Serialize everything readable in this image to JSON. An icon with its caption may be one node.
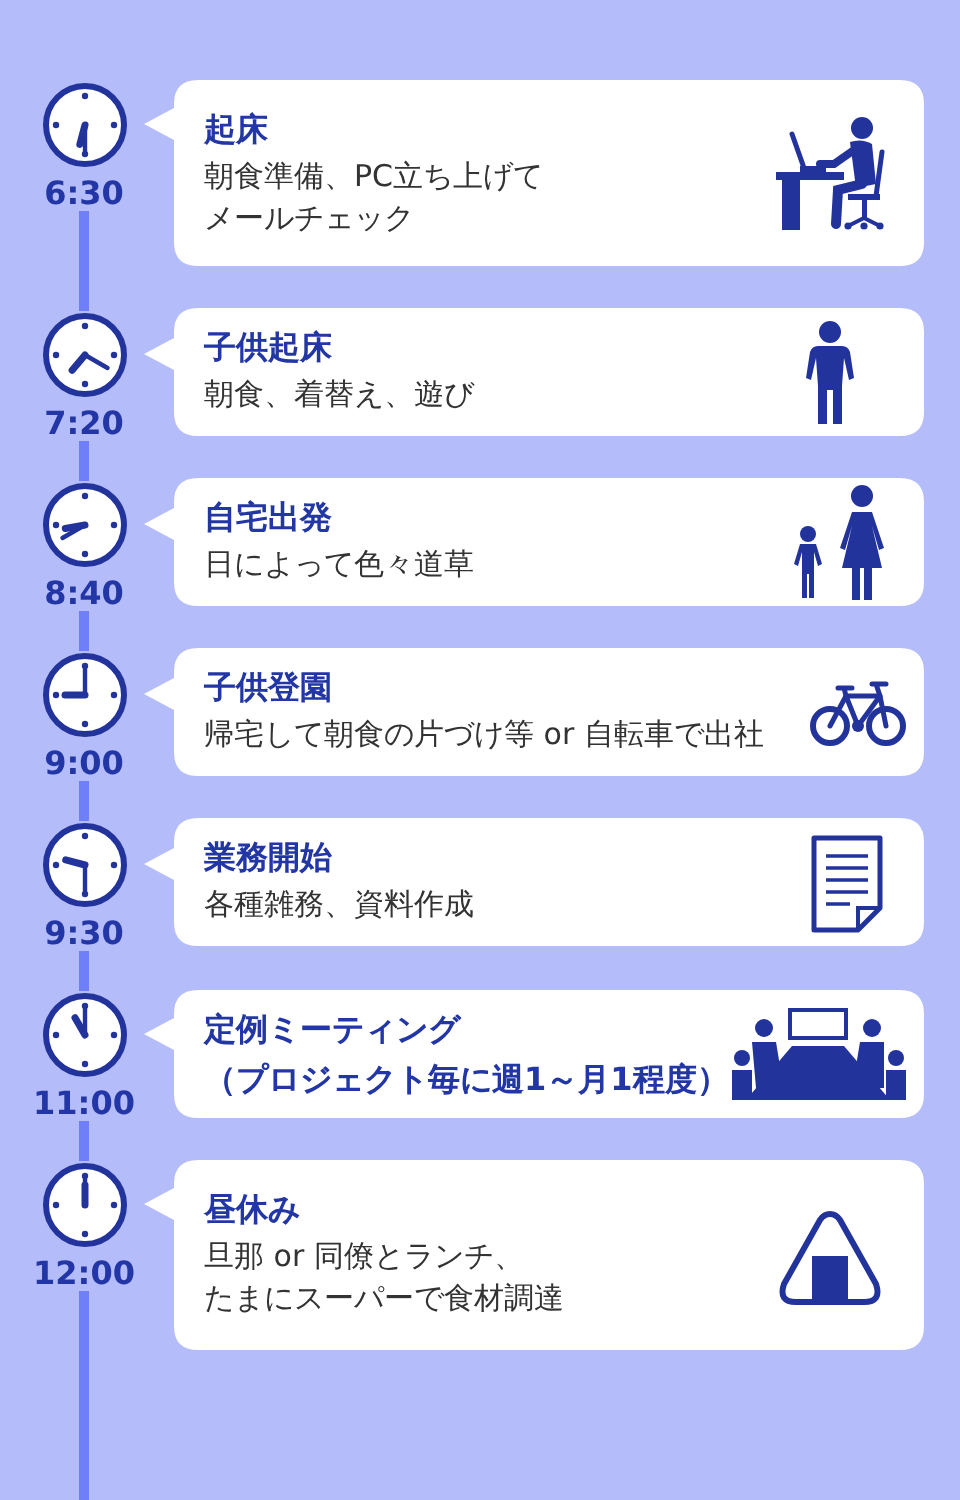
{
  "diagram": {
    "nodes": [
      {
        "text": [
          "6:30"
        ]
      },
      {
        "text": [
          "起床",
          "朝食準備、PC立ち上げてメールチェック"
        ]
      },
      {
        "text": [
          "7:20"
        ]
      },
      {
        "text": [
          "子供起床",
          "朝食、着替え、遊び"
        ]
      },
      {
        "text": [
          "8:40"
        ]
      },
      {
        "text": [
          "自宅出発",
          "日によって色々道草"
        ]
      },
      {
        "text": [
          "9:00"
        ]
      },
      {
        "text": [
          "子供登園",
          "帰宅して朝食の片づけ等 or 自転車で出社"
        ]
      },
      {
        "text": [
          "9:30"
        ]
      },
      {
        "text": [
          "業務開始",
          "各種雑務、資料作成"
        ]
      },
      {
        "text": [
          "11:00"
        ]
      },
      {
        "text": [
          "定例ミーティング",
          "（プロジェクト毎に週1～月1程度）"
        ]
      },
      {
        "text": [
          "12:00"
        ]
      },
      {
        "text": [
          "昼休み",
          "旦那 or 同僚とランチ、たまにスーパーで食材調達"
        ]
      }
    ],
    "edges": [
      {
        "from": 0,
        "to": 2,
        "arrow": "none"
      },
      {
        "from": 2,
        "to": 4,
        "arrow": "none"
      },
      {
        "from": 4,
        "to": 6,
        "arrow": "none"
      },
      {
        "from": 6,
        "to": 8,
        "arrow": "none"
      },
      {
        "from": 8,
        "to": 10,
        "arrow": "none"
      },
      {
        "from": 10,
        "to": 12,
        "arrow": "none"
      },
      {
        "from": 12,
        "to": null,
        "arrow": "none"
      }
    ]
  }
}
